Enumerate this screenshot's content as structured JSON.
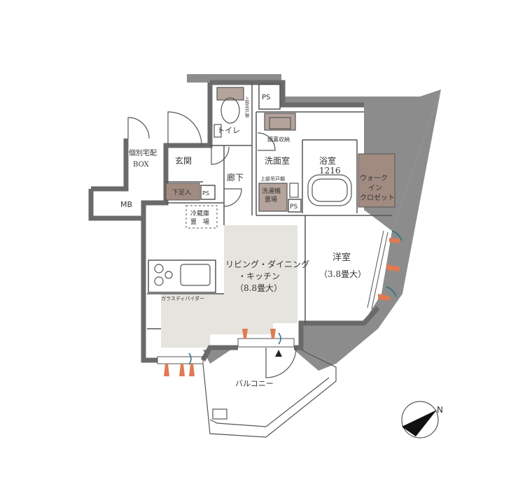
{
  "colors": {
    "wall": "#7a7a7a",
    "outside_gray": "#8c8c8c",
    "ldk_floor": "#e6e4df",
    "closet_fill": "#a18b80",
    "storage_fill": "#b5a49c",
    "line": "#555555",
    "vent_orange": "#e07a52",
    "vent_teal": "#2e6f7a"
  },
  "rooms": {
    "toilet": "トイレ",
    "upper_shelf_toilet": "上部吊戸棚",
    "ps_top": "PS",
    "mirror_storage": "鏡裏収納",
    "washroom": "洗面室",
    "bath_name": "浴室",
    "bath_size": "1216",
    "upper_shelf_wash": "上部吊戸棚",
    "washer_line1": "洗濯機",
    "washer_line2": "置場",
    "ps_wash": "PS",
    "walkin_line1": "ウォーク",
    "walkin_line2": "イン",
    "walkin_line3": "クロゼット",
    "delivery_box_line1": "個別宅配",
    "delivery_box_line2": "BOX",
    "entrance": "玄関",
    "shoe_box": "下足入",
    "ps_entrance": "PS",
    "hallway": "廊下",
    "mb": "MB",
    "fridge_line1": "冷蔵庫",
    "fridge_line2": "置　場",
    "ldk_line1": "リビング・ダイニング",
    "ldk_line2": "・キッチン",
    "ldk_line3": "（8.8畳大）",
    "western_room": "洋室",
    "western_size": "（3.8畳大）",
    "glass_divider": "ガラスディバイダー",
    "balcony": "バルコニー"
  },
  "compass": {
    "label": "N",
    "icon": "north-arrow-icon"
  }
}
